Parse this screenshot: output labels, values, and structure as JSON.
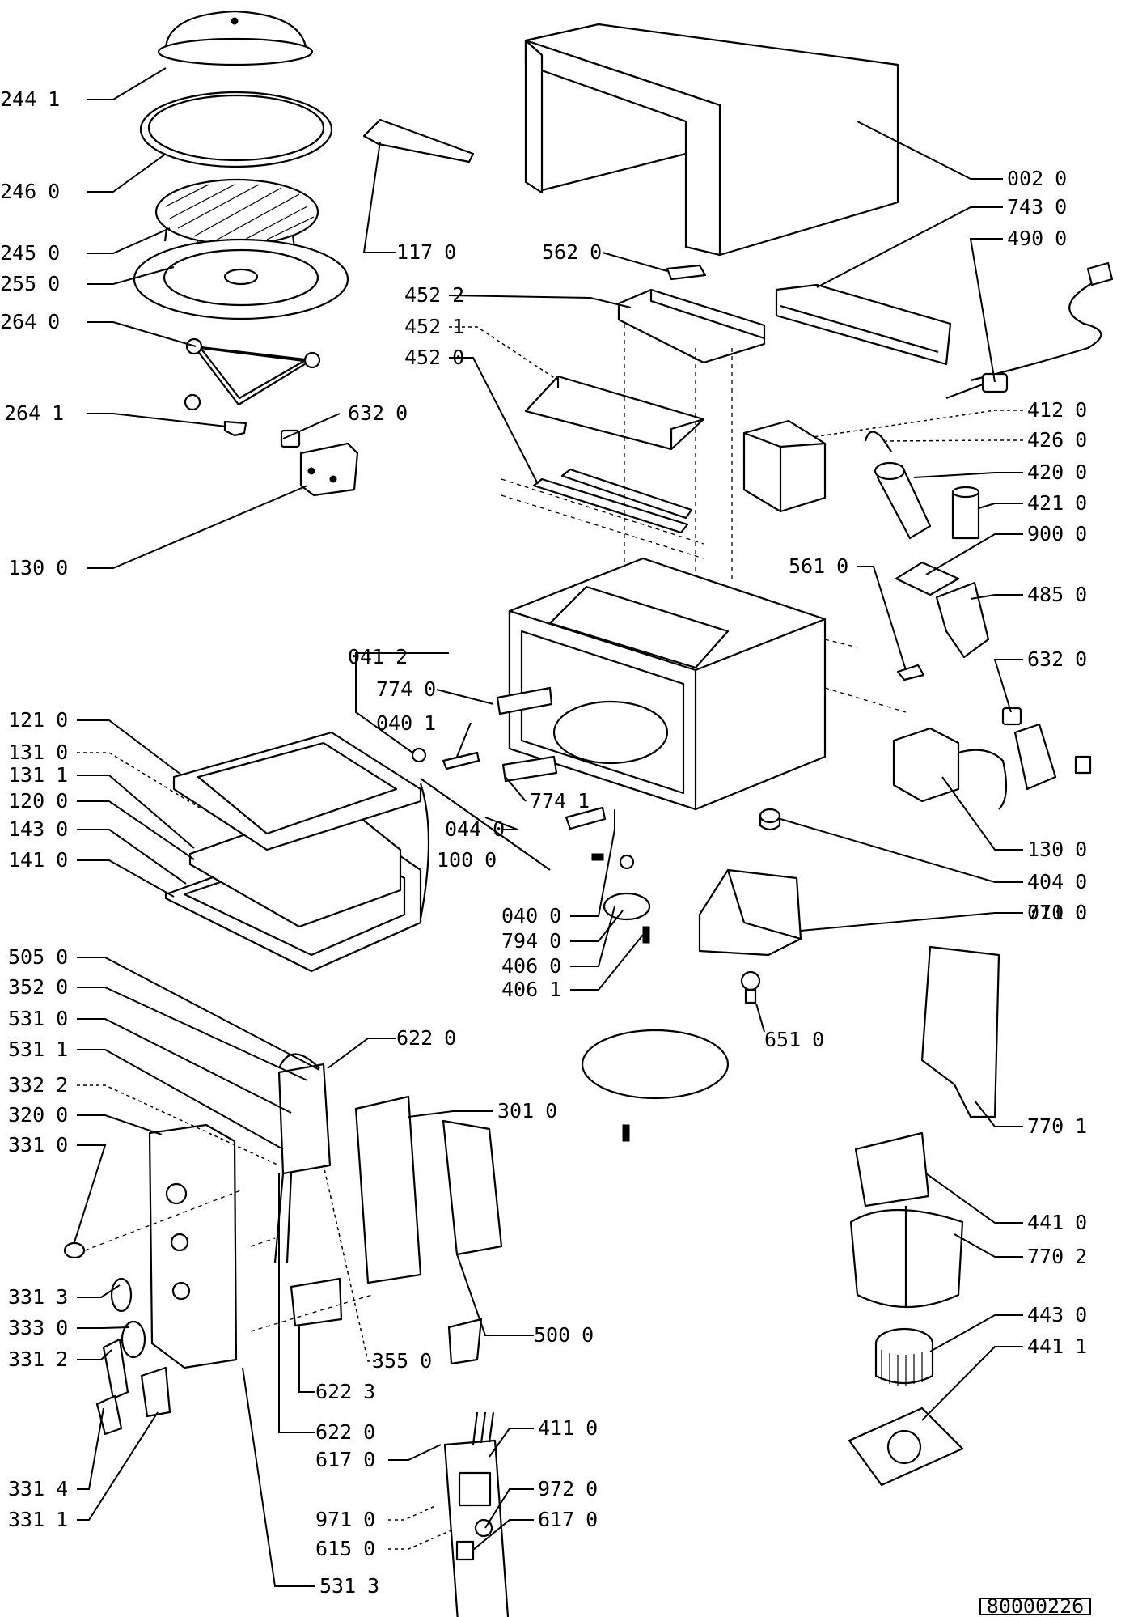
{
  "diagram": {
    "document_number": "80000226",
    "labels": [
      {
        "code": "244",
        "sub": "1"
      },
      {
        "code": "246",
        "sub": "0"
      },
      {
        "code": "245",
        "sub": "0"
      },
      {
        "code": "255",
        "sub": "0"
      },
      {
        "code": "264",
        "sub": "0"
      },
      {
        "code": "264",
        "sub": "1"
      },
      {
        "code": "632",
        "sub": "0"
      },
      {
        "code": "130",
        "sub": "0"
      },
      {
        "code": "117",
        "sub": "0"
      },
      {
        "code": "002",
        "sub": "0"
      },
      {
        "code": "743",
        "sub": "0"
      },
      {
        "code": "490",
        "sub": "0"
      },
      {
        "code": "562",
        "sub": "0"
      },
      {
        "code": "452",
        "sub": "2"
      },
      {
        "code": "452",
        "sub": "1"
      },
      {
        "code": "452",
        "sub": "0"
      },
      {
        "code": "412",
        "sub": "0"
      },
      {
        "code": "426",
        "sub": "0"
      },
      {
        "code": "420",
        "sub": "0"
      },
      {
        "code": "421",
        "sub": "0"
      },
      {
        "code": "900",
        "sub": "0"
      },
      {
        "code": "561",
        "sub": "0"
      },
      {
        "code": "485",
        "sub": "0"
      },
      {
        "code": "632",
        "sub": "0"
      },
      {
        "code": "041",
        "sub": "2"
      },
      {
        "code": "774",
        "sub": "0"
      },
      {
        "code": "040",
        "sub": "1"
      },
      {
        "code": "774",
        "sub": "1"
      },
      {
        "code": "121",
        "sub": "0"
      },
      {
        "code": "131",
        "sub": "0"
      },
      {
        "code": "131",
        "sub": "1"
      },
      {
        "code": "120",
        "sub": "0"
      },
      {
        "code": "143",
        "sub": "0"
      },
      {
        "code": "141",
        "sub": "0"
      },
      {
        "code": "044",
        "sub": "0"
      },
      {
        "code": "100",
        "sub": "0"
      },
      {
        "code": "130",
        "sub": "0"
      },
      {
        "code": "404",
        "sub": "0"
      },
      {
        "code": "011",
        "sub": "0"
      },
      {
        "code": "770",
        "sub": "0"
      },
      {
        "code": "040",
        "sub": "0"
      },
      {
        "code": "794",
        "sub": "0"
      },
      {
        "code": "406",
        "sub": "0"
      },
      {
        "code": "406",
        "sub": "1"
      },
      {
        "code": "651",
        "sub": "0"
      },
      {
        "code": "505",
        "sub": "0"
      },
      {
        "code": "352",
        "sub": "0"
      },
      {
        "code": "531",
        "sub": "0"
      },
      {
        "code": "531",
        "sub": "1"
      },
      {
        "code": "332",
        "sub": "2"
      },
      {
        "code": "320",
        "sub": "0"
      },
      {
        "code": "331",
        "sub": "0"
      },
      {
        "code": "622",
        "sub": "0"
      },
      {
        "code": "301",
        "sub": "0"
      },
      {
        "code": "770",
        "sub": "1"
      },
      {
        "code": "441",
        "sub": "0"
      },
      {
        "code": "770",
        "sub": "2"
      },
      {
        "code": "443",
        "sub": "0"
      },
      {
        "code": "441",
        "sub": "1"
      },
      {
        "code": "331",
        "sub": "3"
      },
      {
        "code": "333",
        "sub": "0"
      },
      {
        "code": "331",
        "sub": "2"
      },
      {
        "code": "355",
        "sub": "0"
      },
      {
        "code": "622",
        "sub": "3"
      },
      {
        "code": "500",
        "sub": "0"
      },
      {
        "code": "622",
        "sub": "0"
      },
      {
        "code": "617",
        "sub": "0"
      },
      {
        "code": "411",
        "sub": "0"
      },
      {
        "code": "972",
        "sub": "0"
      },
      {
        "code": "971",
        "sub": "0"
      },
      {
        "code": "617",
        "sub": "0"
      },
      {
        "code": "615",
        "sub": "0"
      },
      {
        "code": "331",
        "sub": "4"
      },
      {
        "code": "331",
        "sub": "1"
      },
      {
        "code": "531",
        "sub": "3"
      }
    ]
  }
}
